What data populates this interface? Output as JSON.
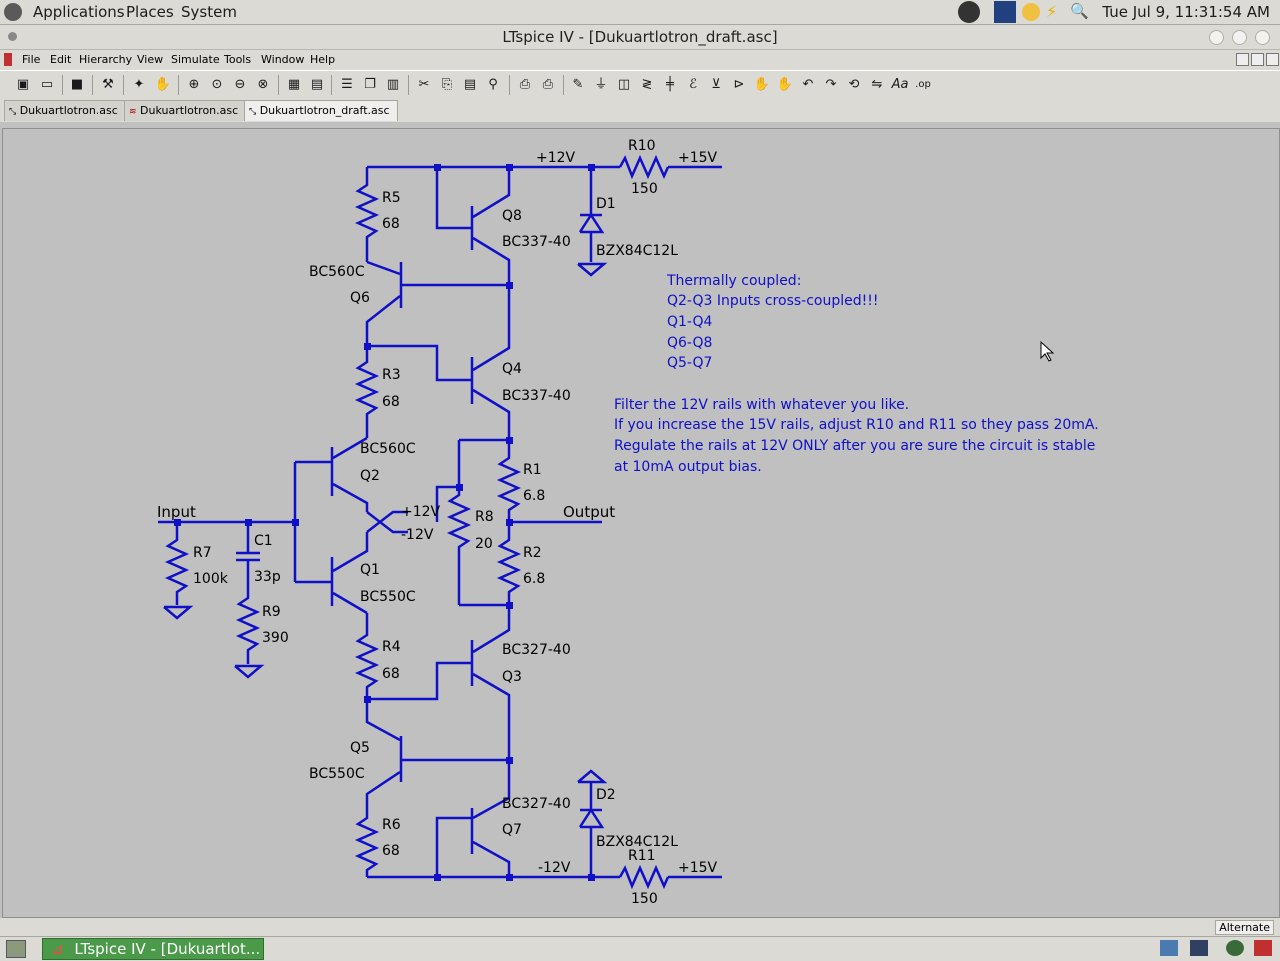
{
  "top_panel": {
    "menus": [
      "Applications",
      "Places",
      "System"
    ],
    "clock": "Tue Jul  9, 11:31:54 AM"
  },
  "window": {
    "title": "LTspice IV - [Dukuartlotron_draft.asc]"
  },
  "menubar": [
    "File",
    "Edit",
    "Hierarchy",
    "View",
    "Simulate",
    "Tools",
    "Window",
    "Help"
  ],
  "tabs": [
    "Dukuartlotron.asc",
    "Dukuartlotron.asc",
    "Dukuartlotron_draft.asc"
  ],
  "toolbar_icons": [
    "new-schematic-icon",
    "open-icon",
    "save-icon",
    "control-panel-icon",
    "run-icon",
    "pan-icon",
    "zoom-in-icon",
    "zoom-out-icon",
    "zoom-fit-icon",
    "zoom-cancel-icon",
    "waveform-icon",
    "autorange-icon",
    "tile-horizontal-icon",
    "cascade-icon",
    "tile-vertical-icon",
    "cut-icon",
    "copy-icon",
    "paste-icon",
    "find-icon",
    "print-setup-icon",
    "print-icon",
    "wire-icon",
    "ground-icon",
    "label-icon",
    "resistor-icon",
    "capacitor-icon",
    "inductor-icon",
    "diode-icon",
    "component-icon",
    "move-icon",
    "drag-icon",
    "undo-icon",
    "redo-icon",
    "rotate-icon",
    "mirror-icon",
    "text-icon",
    "spice-directive-icon"
  ],
  "schematic": {
    "labels": {
      "plus12_top": "+12V",
      "plus15_top": "+15V",
      "R10": "R10",
      "R10v": "150",
      "D1": "D1",
      "D1v": "BZX84C12L",
      "R5": "R5",
      "R5v": "68",
      "Q8": "Q8",
      "Q8v": "BC337-40",
      "Q6v": "BC560C",
      "Q6": "Q6",
      "R3": "R3",
      "R3v": "68",
      "Q4": "Q4",
      "Q4v": "BC337-40",
      "Q2v": "BC560C",
      "Q2": "Q2",
      "R1": "R1",
      "R1v": "6.8",
      "R8": "R8",
      "R8v": "20",
      "plus12_x": "+12V",
      "minus12_x": "-12V",
      "input": "Input",
      "output": "Output",
      "R7": "R7",
      "R7v": "100k",
      "C1": "C1",
      "C1v": "33p",
      "R9": "R9",
      "R9v": "390",
      "Q1": "Q1",
      "Q1v": "BC550C",
      "R2": "R2",
      "R2v": "6.8",
      "R4": "R4",
      "R4v": "68",
      "Q3v": "BC327-40",
      "Q3": "Q3",
      "Q5": "Q5",
      "Q5v": "BC550C",
      "D2": "D2",
      "D2v": "BZX84C12L",
      "Q7v": "BC327-40",
      "Q7": "Q7",
      "R6": "R6",
      "R6v": "68",
      "minus12_bot": "-12V",
      "R11": "R11",
      "R11v": "150",
      "plus15_bot": "+15V"
    },
    "notes": [
      "Thermally coupled:",
      "Q2-Q3 Inputs cross-coupled!!!",
      "Q1-Q4",
      "Q6-Q8",
      "Q5-Q7",
      "Filter the 12V rails with whatever you like.",
      "If you increase the 15V rails, adjust R10 and R11 so they pass 20mA.",
      "Regulate the rails at 12V ONLY after you are sure the circuit is stable",
      "at 10mA output bias."
    ]
  },
  "status": "Alternate",
  "taskbar": {
    "task": "LTspice IV - [Dukuartlot..."
  }
}
